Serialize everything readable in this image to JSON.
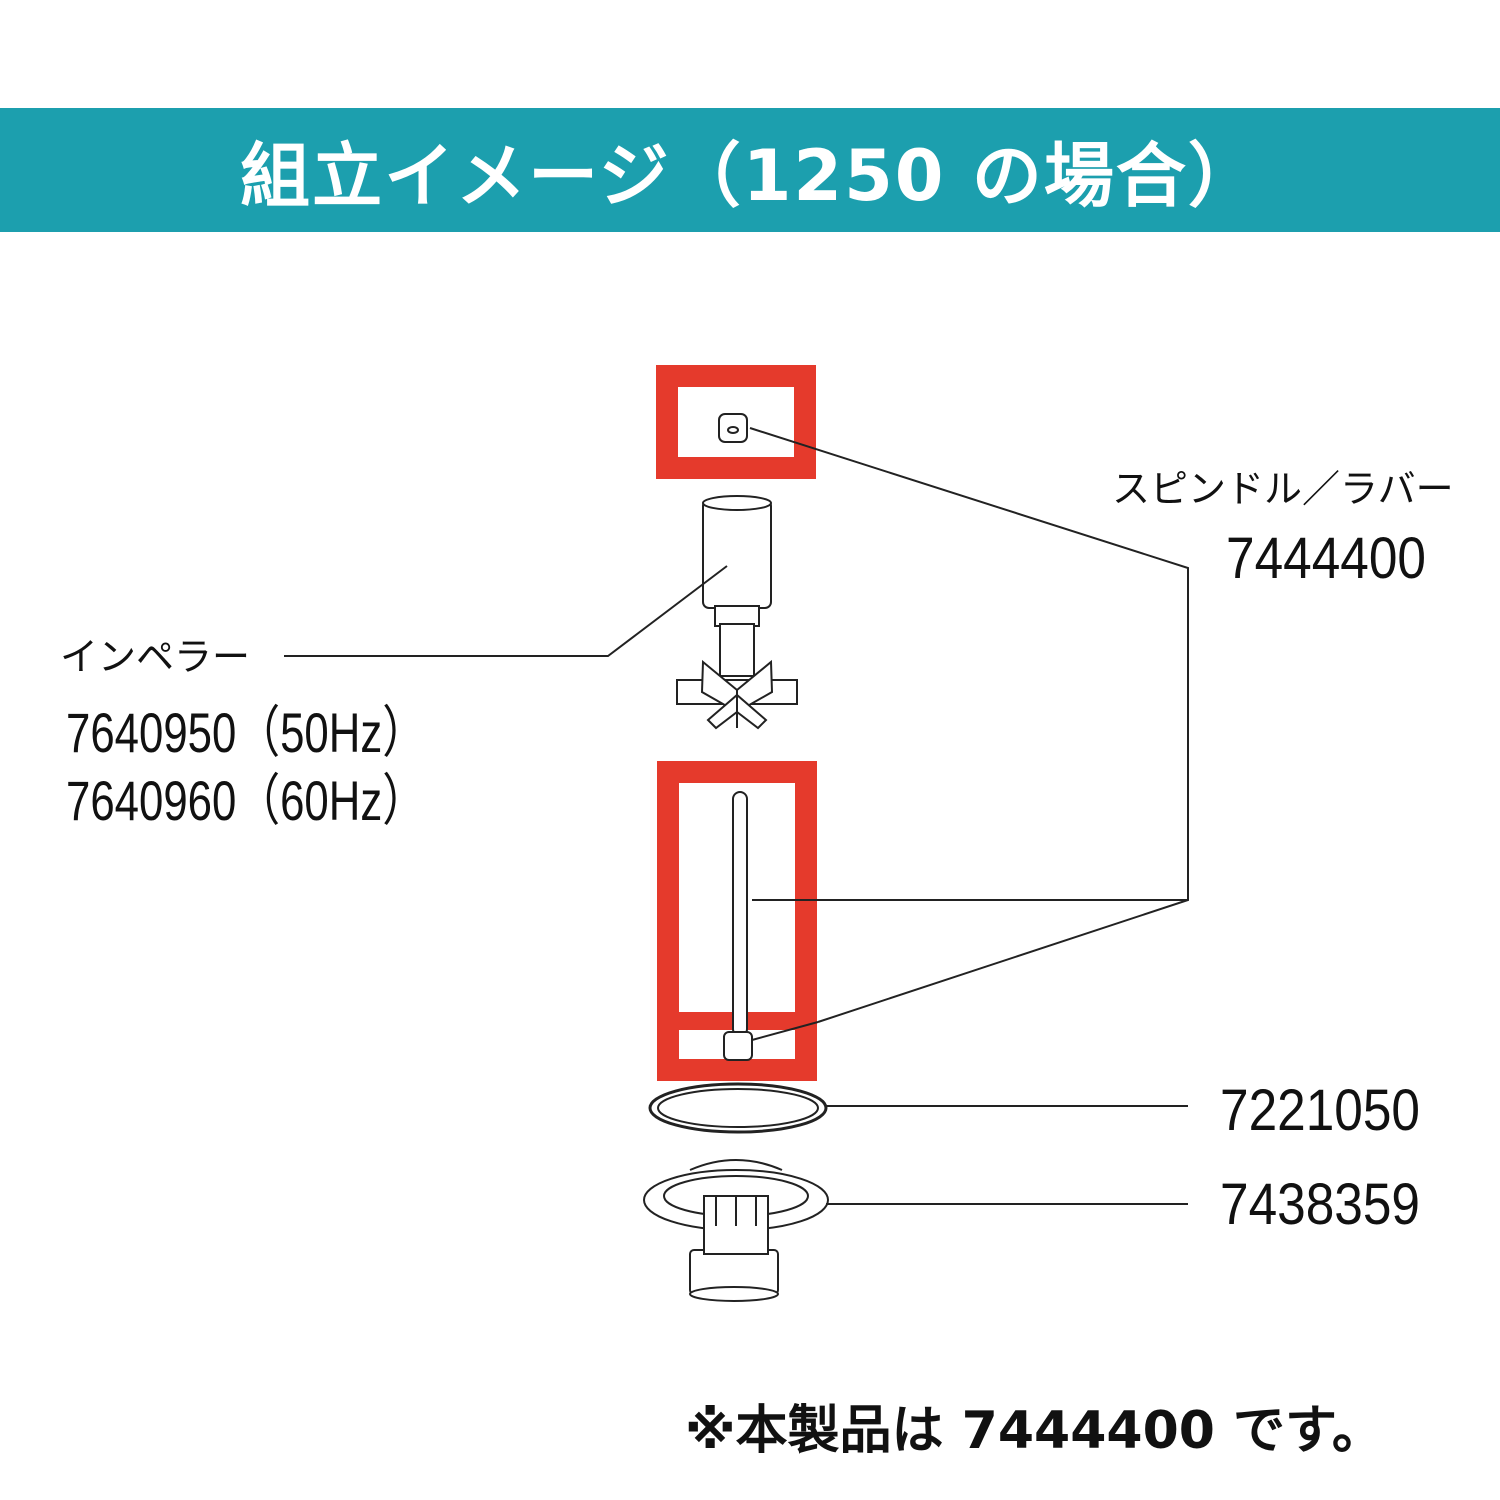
{
  "banner": {
    "title": "組立イメージ（1250 の場合）"
  },
  "labels": {
    "spindle_name": "スピンドル／ラバー",
    "spindle_code": "7444400",
    "impeller_name": "インペラー",
    "impeller_code_50": "7640950（50Hz）",
    "impeller_code_60": "7640960（60Hz）",
    "oring_code": "7221050",
    "housing_code": "7438359"
  },
  "note": "※本製品は 7444400 です。",
  "colors": {
    "banner": "#1c9fae",
    "highlight": "#e53a2c"
  }
}
